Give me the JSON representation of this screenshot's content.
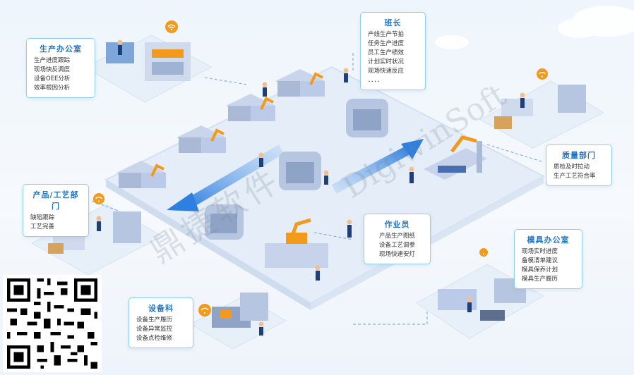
{
  "cards": {
    "production_office": {
      "title": "生产办公室",
      "items": [
        "生产进度跟踪",
        "现场快反调度",
        "设备OEE分析",
        "效率根因分析"
      ]
    },
    "team_leader": {
      "title": "班长",
      "items": [
        "产线生产节拍",
        "任务生产进度",
        "员工生产绩效",
        "计划实时状况",
        "现场快速反应",
        "．．．．"
      ]
    },
    "quality_dept": {
      "title": "质量部门",
      "items": [
        "质检及时拉动",
        "生产工艺符合率"
      ]
    },
    "product_process_dept": {
      "title": "产品/工艺部门",
      "items": [
        "缺陷跟踪",
        "工艺完善"
      ]
    },
    "operator": {
      "title": "作业员",
      "items": [
        "产品生产图纸",
        "设备工艺调参",
        "现场快速安灯"
      ]
    },
    "mold_office": {
      "title": "模具办公室",
      "items": [
        "现场实时进度",
        "备模清单建议",
        "模具保养计划",
        "模具生产履历"
      ]
    },
    "equipment_dept": {
      "title": "设备科",
      "items": [
        "设备生产履历",
        "设备异常监控",
        "设备点检维修"
      ]
    }
  },
  "watermark": {
    "cn": "鼎捷软件",
    "en": "DigiwinSoft"
  },
  "colors": {
    "accent_blue": "#1f74c4",
    "card_border": "#8fd0ef",
    "robot_orange": "#f39a1d",
    "platform": "#e6eef8"
  }
}
